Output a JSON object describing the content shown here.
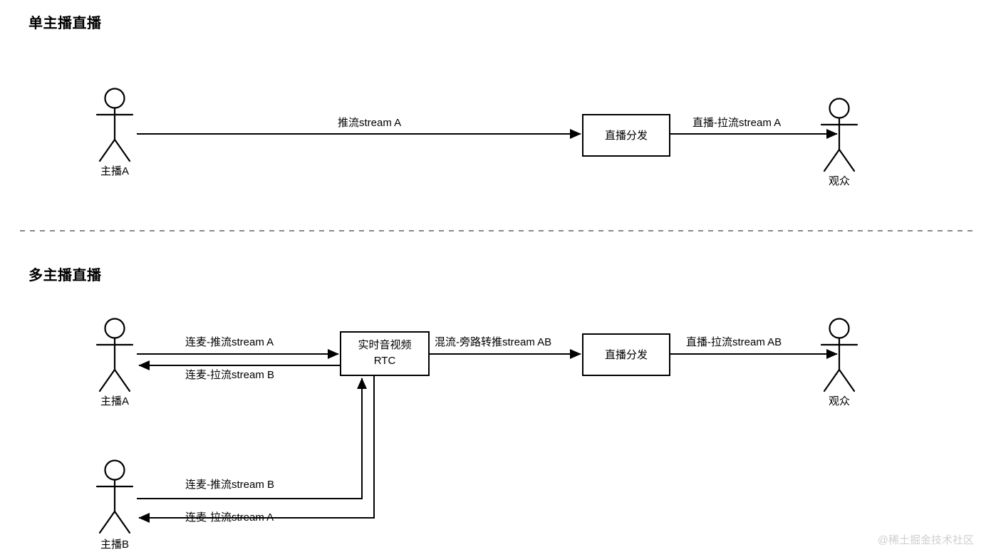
{
  "page": {
    "background": "#ffffff",
    "stroke_color": "#000000",
    "watermark": "@稀土掘金技术社区",
    "watermark_color": "#cfcfcf"
  },
  "sections": [
    {
      "id": "single-anchor",
      "title": "单主播直播",
      "divider_below": true,
      "actors": [
        {
          "id": "anchor-a",
          "label": "主播A"
        },
        {
          "id": "viewer",
          "label": "观众"
        }
      ],
      "boxes": [
        {
          "id": "live-distribution",
          "label": "直播分发"
        }
      ],
      "edges": [
        {
          "id": "push-stream-a",
          "label": "推流stream A",
          "from": "anchor-a",
          "to": "live-distribution",
          "direction": "right"
        },
        {
          "id": "live-pull-stream-a",
          "label": "直播-拉流stream A",
          "from": "live-distribution",
          "to": "viewer",
          "direction": "right"
        }
      ]
    },
    {
      "id": "multi-anchor",
      "title": "多主播直播",
      "divider_below": false,
      "actors": [
        {
          "id": "anchor-a2",
          "label": "主播A"
        },
        {
          "id": "anchor-b2",
          "label": "主播B"
        },
        {
          "id": "viewer2",
          "label": "观众"
        }
      ],
      "boxes": [
        {
          "id": "rtc",
          "label_line1": "实时音视频",
          "label_line2": "RTC"
        },
        {
          "id": "live-distribution-2",
          "label": "直播分发"
        }
      ],
      "edges": [
        {
          "id": "mic-push-stream-a",
          "label": "连麦-推流stream A",
          "from": "anchor-a2",
          "to": "rtc",
          "direction": "right"
        },
        {
          "id": "mic-pull-stream-b",
          "label": "连麦-拉流stream B",
          "from": "rtc",
          "to": "anchor-a2",
          "direction": "left"
        },
        {
          "id": "mic-push-stream-b",
          "label": "连麦-推流stream B",
          "from": "anchor-b2",
          "to": "rtc",
          "direction": "up"
        },
        {
          "id": "mic-pull-stream-a",
          "label": "连麦-拉流stream A",
          "from": "rtc",
          "to": "anchor-b2",
          "direction": "left"
        },
        {
          "id": "mix-relay-stream-ab",
          "label": "混流-旁路转推stream AB",
          "from": "rtc",
          "to": "live-distribution-2",
          "direction": "right"
        },
        {
          "id": "live-pull-stream-ab",
          "label": "直播-拉流stream AB",
          "from": "live-distribution-2",
          "to": "viewer2",
          "direction": "right"
        }
      ]
    }
  ]
}
